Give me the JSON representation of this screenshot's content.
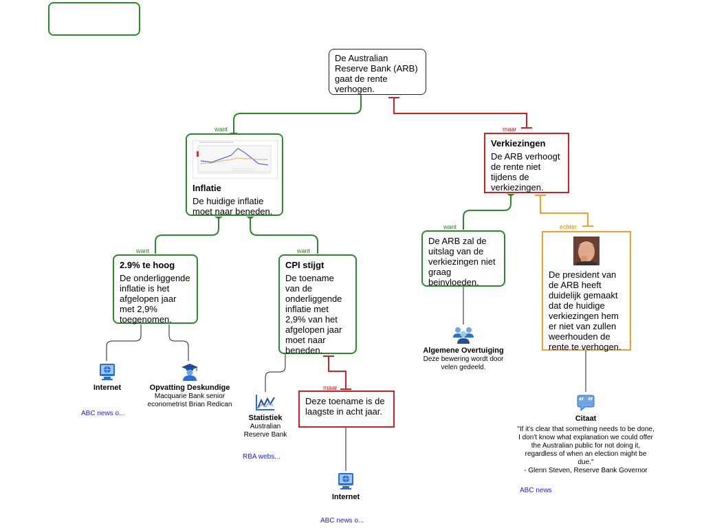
{
  "claim": {
    "text": "De Australian Reserve  Bank (ARB) gaat de rente verhogen."
  },
  "empty_box": {
    "text": ""
  },
  "labels": {
    "want": "want",
    "maar": "maar",
    "echter": "echter"
  },
  "inflatie": {
    "title": "Inflatie",
    "body": "De huidige inflatie moet naar beneden."
  },
  "verkiezingen": {
    "title": "Verkiezingen",
    "body": "De ARB verhoogt de rente niet tijdens de verkiezingen."
  },
  "hoog": {
    "title": "2.9% te hoog",
    "body": "De onderliggende inflatie is het afgelopen jaar met 2,9% toegenomen."
  },
  "cpi": {
    "title": "CPI stijgt",
    "body": "De toename van de onderliggende inflatie met 2,9% van het afgelopen jaar moet naar beneden."
  },
  "laagste": {
    "body": "Deze toename is de laagste in acht jaar."
  },
  "uitslag": {
    "body": "De ARB zal de uitslag van de verkiezingen niet graag beinvloeden."
  },
  "president": {
    "body": "De president van de ARB heeft duidelijk gemaakt dat de huidige verkiezingen hem er niet van zullen weerhouden de rente te verhogen."
  },
  "sources": {
    "internet1": {
      "name": "Internet",
      "link": "ABC news o..."
    },
    "opvatting": {
      "name": "Opvatting Deskundige",
      "desc": "Macquarie Bank senior econometrist Brian Redican"
    },
    "statistiek": {
      "name": "Statistiek",
      "desc": "Australian Reserve Bank",
      "link": "RBA webs..."
    },
    "internet2": {
      "name": "Internet",
      "link": "ABC news o..."
    },
    "algemene": {
      "name": "Algemene Overtuiging",
      "desc": "Deze bewering wordt door velen gedeeld."
    },
    "citaat": {
      "name": "Citaat",
      "desc": "\"If it's clear that something needs to be done, I don't know what explanation we could offer the Australian public for not doing it, regardless of when an election might be due.\"\n - Glenn Steven, Reserve Bank Governor",
      "link": "ABC news"
    }
  },
  "colors": {
    "support": "#2a8a2a",
    "oppose": "#d22020",
    "rebuttal": "#f0a030"
  },
  "icons": [
    "monitor-globe-icon",
    "graduate-icon",
    "chart-icon",
    "people-icon",
    "quote-icon",
    "portrait-photo",
    "inflation-chart-thumbnail"
  ]
}
